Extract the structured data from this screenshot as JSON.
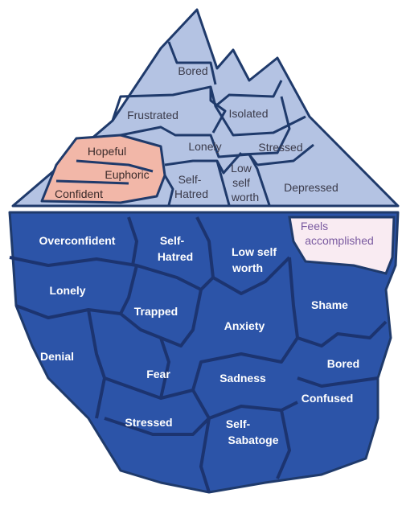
{
  "above_water": {
    "blue_labels": [
      "Bored",
      "Frustrated",
      "Isolated",
      "Lonely",
      "Stressed",
      "Self-",
      "Hatred",
      "Low",
      "self",
      "worth",
      "Depressed"
    ],
    "pink_labels": [
      "Hopeful",
      "Euphoric",
      "Confident"
    ]
  },
  "below_water": {
    "labels": [
      "Overconfident",
      "Self-",
      "Hatred",
      "Low self",
      "worth",
      "Lonely",
      "Trapped",
      "Anxiety",
      "Shame",
      "Denial",
      "Fear",
      "Sadness",
      "Bored",
      "Confused",
      "Stressed",
      "Self-",
      "Sabatoge"
    ],
    "highlight_labels": [
      "Feels",
      "accomplished"
    ]
  },
  "colors": {
    "above_fill": "#b4c3e3",
    "pink_fill": "#f2b7a8",
    "below_fill": "#2c54a8",
    "outline": "#1f3a6b",
    "highlight_fill": "#f9ebf2"
  }
}
